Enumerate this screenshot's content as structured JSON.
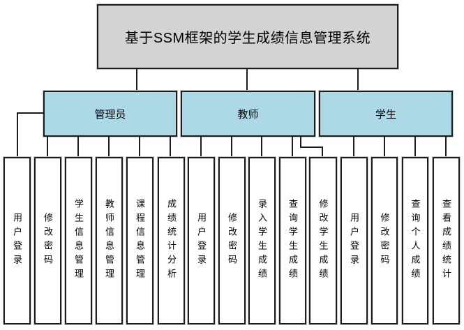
{
  "diagram": {
    "title": "基于SSM框架的学生成绩信息管理系统",
    "type": "hierarchy-flowchart",
    "colors": {
      "root_fill": "#d3d3d3",
      "group_fill": "#add8e6",
      "leaf_fill": "#ffffff",
      "line": "#1c1c1c"
    },
    "groups": [
      {
        "label": "管理员",
        "children": [
          "用户登录",
          "修改密码",
          "学生信息管理",
          "教师信息管理",
          "课程信息管理",
          "成绩统计分析"
        ]
      },
      {
        "label": "教师",
        "children": [
          "用户登录",
          "修改密码",
          "录入学生成绩",
          "查询学生成绩",
          "修改学生成绩"
        ]
      },
      {
        "label": "学生",
        "children": [
          "用户登录",
          "修改密码",
          "查询个人成绩",
          "查看成绩统计"
        ]
      }
    ]
  }
}
